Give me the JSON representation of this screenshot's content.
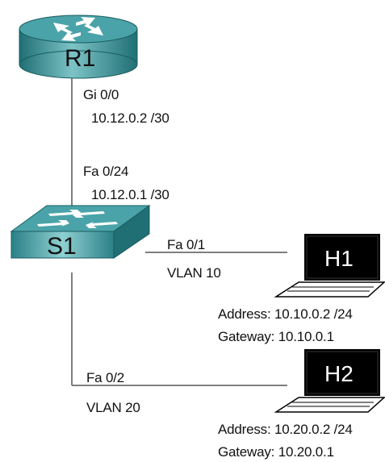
{
  "router": {
    "name": "R1",
    "interface": "Gi 0/0",
    "address": "10.12.0.2 /30"
  },
  "switch": {
    "name": "S1",
    "uplink": {
      "interface": "Fa 0/24",
      "address": "10.12.0.1 /30"
    },
    "port_h1": {
      "interface": "Fa 0/1",
      "vlan": "VLAN 10"
    },
    "port_h2": {
      "interface": "Fa 0/2",
      "vlan": "VLAN 20"
    }
  },
  "hosts": [
    {
      "name": "H1",
      "address": "Address: 10.10.0.2 /24",
      "gateway": "Gateway: 10.10.0.1"
    },
    {
      "name": "H2",
      "address": "Address: 10.20.0.2 /24",
      "gateway": "Gateway: 10.20.0.1"
    }
  ],
  "colors": {
    "device_teal": "#4aa3a8",
    "device_dark": "#1f6f74",
    "host_screen": "#000000",
    "link": "#555555"
  }
}
